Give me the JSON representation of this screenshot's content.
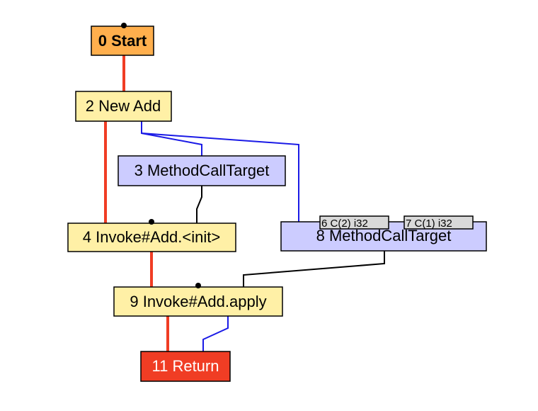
{
  "colors": {
    "start_fill": "#FFAF4D",
    "fixed_fill": "#FFF0A6",
    "floating_fill": "#CCCCFF",
    "return_fill": "#F03D24",
    "constant_fill": "#D9D9D9",
    "control_edge": "#F03D24",
    "data_edge": "#1A1AE6",
    "input_edge": "#000000"
  },
  "nodes": {
    "start": {
      "label": "0 Start"
    },
    "new_add": {
      "label": "2 New Add"
    },
    "call_target_3": {
      "label": "3 MethodCallTarget"
    },
    "invoke_init": {
      "label": "4 Invoke#Add.<init>"
    },
    "call_target_8": {
      "label": "8 MethodCallTarget"
    },
    "const_6": {
      "label": "6 C(2) i32"
    },
    "const_7": {
      "label": "7 C(1) i32"
    },
    "invoke_apply": {
      "label": "9 Invoke#Add.apply"
    },
    "return": {
      "label": "11 Return"
    }
  }
}
